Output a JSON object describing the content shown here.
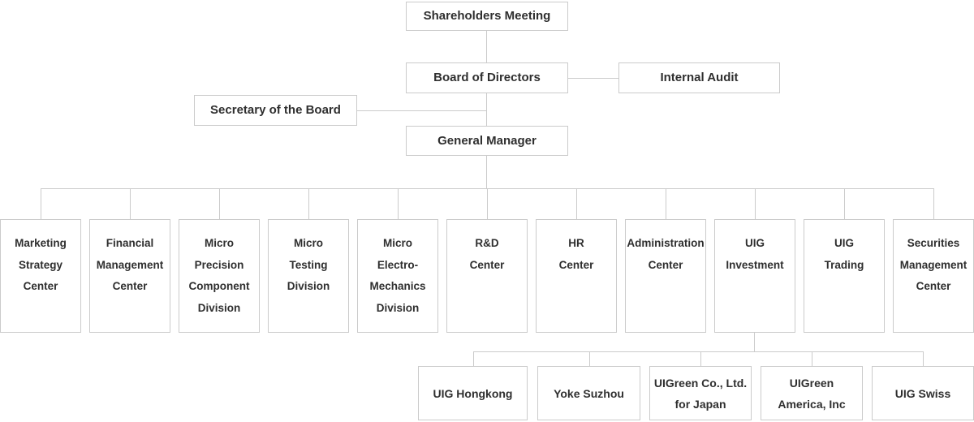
{
  "colors": {
    "background": "#ffffff",
    "box_border": "#cbcbcb",
    "connector_line": "#cbcbcb",
    "text": "#2f2f2f"
  },
  "org_chart": {
    "top": {
      "shareholders": "Shareholders Meeting",
      "board": "Board of Directors",
      "internal_audit": "Internal Audit",
      "secretary": "Secretary of the Board",
      "general_manager": "General Manager"
    },
    "departments": [
      "Marketing\nStrategy\nCenter",
      "Financial\nManagement\nCenter",
      "Micro\nPrecision\nComponent\nDivision",
      "Micro\nTesting\nDivision",
      "Micro\nElectro-\nMechanics\nDivision",
      "R&D\nCenter",
      "HR\nCenter",
      "Administration\nCenter",
      "UIG\nInvestment",
      "UIG\nTrading",
      "Securities\nManagement\nCenter"
    ],
    "subsidiaries": [
      "UIG Hongkong",
      "Yoke Suzhou",
      "UIGreen Co., Ltd.\nfor Japan",
      "UIGreen\nAmerica, Inc",
      "UIG Swiss"
    ]
  }
}
